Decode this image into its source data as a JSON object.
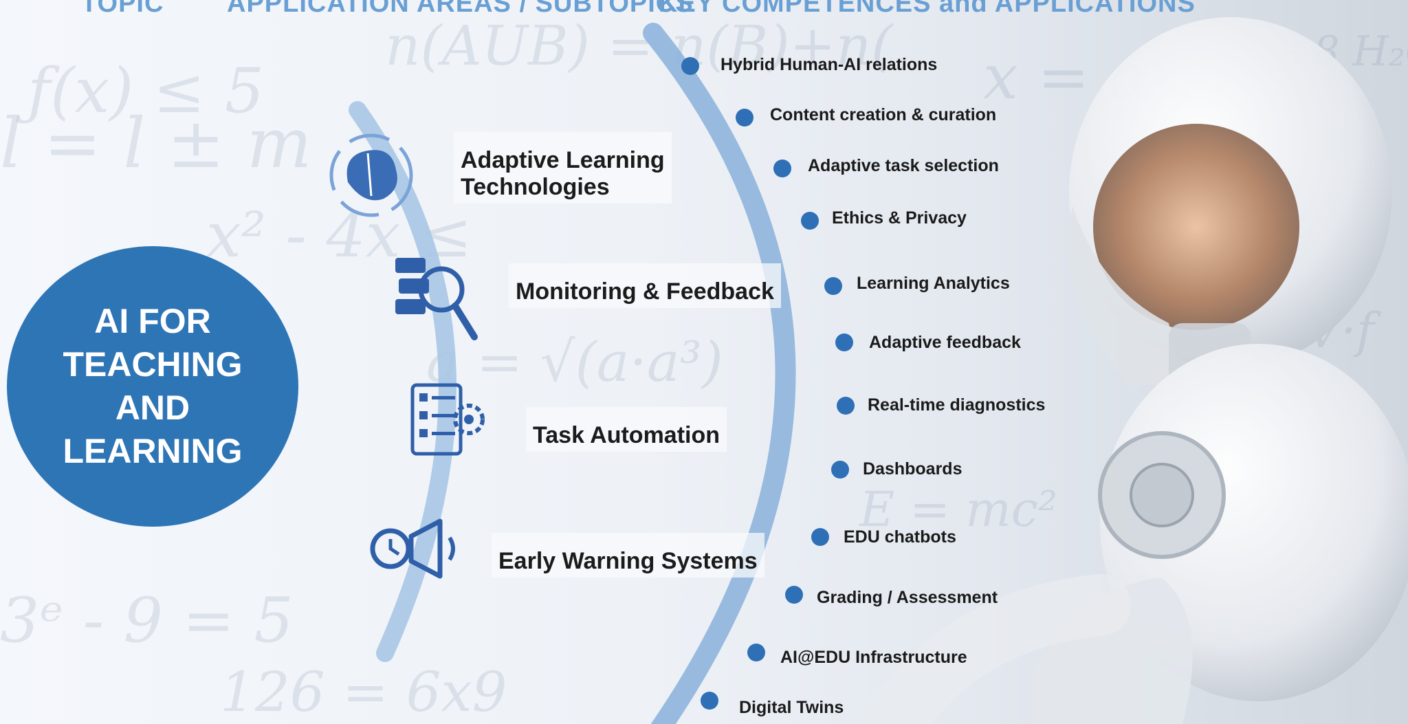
{
  "header": {
    "col1": "TOPIC",
    "col2": "APPLICATION AREAS / SUBTOPICS",
    "col3": "KEY COMPETENCES and APPLICATIONS"
  },
  "topic": {
    "text": "AI FOR\nTEACHING\nAND\nLEARNING",
    "color": "#2e75b6"
  },
  "areas": [
    {
      "label": "Adaptive Learning\nTechnologies",
      "icon": "brain-icon"
    },
    {
      "label": "Monitoring & Feedback",
      "icon": "magnifier-chat-icon"
    },
    {
      "label": "Task Automation",
      "icon": "checklist-gear-icon"
    },
    {
      "label": "Early Warning Systems",
      "icon": "clock-megaphone-icon"
    }
  ],
  "competences": [
    "Hybrid Human-AI relations",
    "Content creation & curation",
    "Adaptive task selection",
    "Ethics & Privacy",
    "Learning Analytics",
    "Adaptive feedback",
    "Real-time diagnostics",
    "Dashboards",
    "EDU chatbots",
    "Grading / Assessment",
    "AI@EDU Infrastructure",
    "Digital Twins"
  ],
  "colors": {
    "accent": "#2e75b6",
    "arc": "#a9c6e6",
    "arc_dark": "#8fb4dd",
    "icon": "#2f5fa8"
  }
}
